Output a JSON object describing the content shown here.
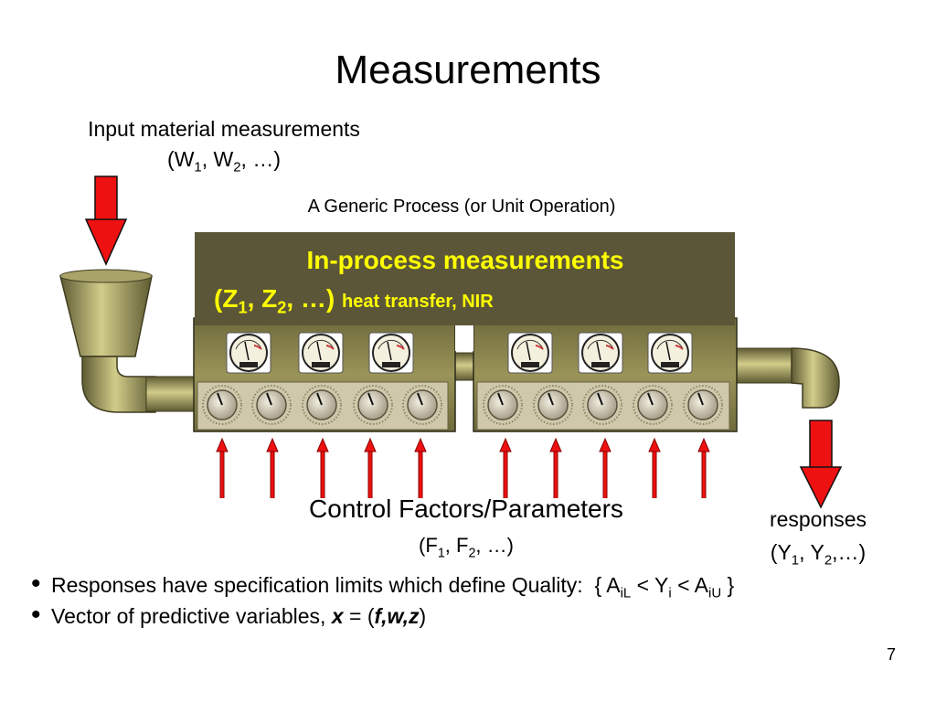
{
  "title": "Measurements",
  "input": {
    "label": "Input material measurements",
    "vars": [
      {
        "base": "W",
        "sub": "1"
      },
      {
        "base": "W",
        "sub": "2"
      }
    ],
    "ellipsis": "…"
  },
  "process_label": "A Generic Process (or Unit Operation)",
  "in_process": {
    "title": "In-process measurements",
    "vars": [
      {
        "base": "Z",
        "sub": "1"
      },
      {
        "base": "Z",
        "sub": "2"
      }
    ],
    "ellipsis": "…",
    "note": "heat transfer, NIR"
  },
  "control": {
    "label": "Control Factors/Parameters",
    "vars": [
      {
        "base": "F",
        "sub": "1"
      },
      {
        "base": "F",
        "sub": "2"
      }
    ],
    "ellipsis": "…"
  },
  "responses": {
    "label": "responses",
    "vars": [
      {
        "base": "Y",
        "sub": "1"
      },
      {
        "base": "Y",
        "sub": "2"
      }
    ],
    "ellipsis": "…"
  },
  "bullets": [
    {
      "text": "Responses have specification limits which define Quality:",
      "formula": {
        "A": "A",
        "lower_sub": "iL",
        "Y": "Y",
        "y_sub": "i",
        "upper_sub": "iU"
      }
    },
    {
      "text": "Vector of predictive variables,",
      "x": "x",
      "vector": "f,w,z"
    }
  ],
  "page_number": "7",
  "colors": {
    "arrow_red": "#ee1111",
    "machine_olive": "#8a8450",
    "box_dark": "#5c5638",
    "label_yellow": "#ffff00"
  },
  "icons": {
    "meter": "analog-gauge-icon",
    "dial": "rotary-dial-icon",
    "hopper": "hopper-icon",
    "arrow": "arrow-icon"
  }
}
